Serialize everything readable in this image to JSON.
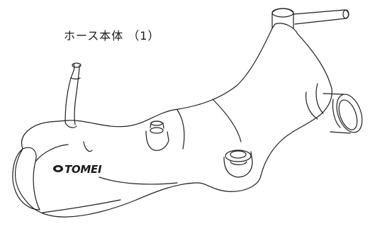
{
  "diagram": {
    "part_label": "ホース本体 （1）",
    "brand_text": "TOMEI",
    "icon": "tomei-logo-mark",
    "line_color": "#1f1f1f"
  }
}
